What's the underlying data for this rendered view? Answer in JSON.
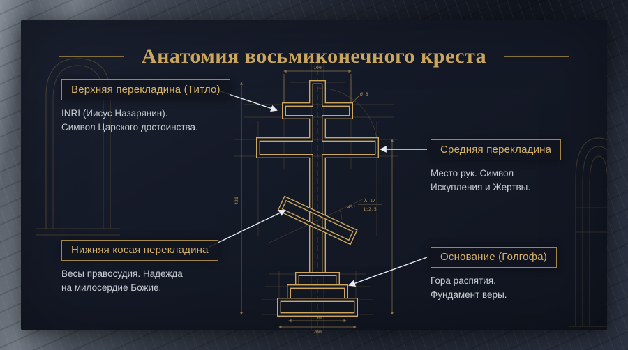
{
  "title": "Анатомия восьмиконечного креста",
  "callouts": {
    "titlo": {
      "label": "Верхняя перекладина (Титло)",
      "desc": [
        "INRI (Иисус Назарянин).",
        "Символ Царского достоинства."
      ]
    },
    "middle": {
      "label": "Средняя перекладина",
      "desc": [
        "Место рук. Символ",
        "Искупления и Жертвы."
      ]
    },
    "slant": {
      "label": "Нижняя косая перекладина",
      "desc": [
        "Весы правосудия. Надежда",
        "на милосердие Божие."
      ]
    },
    "base": {
      "label": "Основание (Голгофа)",
      "desc": [
        "Гора распятия.",
        "Фундамент веры."
      ]
    }
  },
  "blueprint": {
    "dim_width": "100",
    "dim_height": "420",
    "dim_base_1": "150",
    "dim_base_2": "200",
    "angle": "45°",
    "hole": "Ø 8",
    "detail_ref": "А-17",
    "detail_scale": "1:2.5"
  },
  "colors": {
    "gold": "#c9a35f",
    "gold_dim": "#8a7342",
    "text": "#c7cbd2",
    "panel": "#151a28"
  }
}
